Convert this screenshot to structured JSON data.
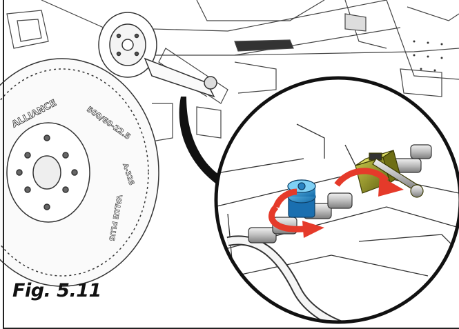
{
  "figure": {
    "caption": "Fig. 5.11",
    "tire_brand": "ALLIANCE",
    "tire_size": "500/60-22.5",
    "tire_model": "A-328",
    "tire_line": "VALUE PLUS",
    "accent_color": "#e53a2a",
    "valve_blue": "#1f8fd6",
    "valve_olive": "#8a8a1c"
  }
}
